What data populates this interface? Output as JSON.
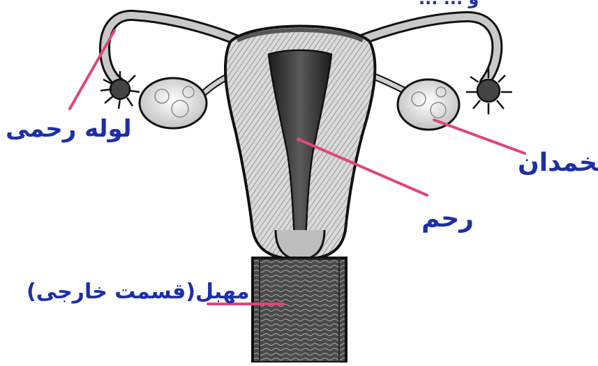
{
  "labels": {
    "fallopian_tube": "لوله رحمی",
    "ovary": "تخمدان",
    "uterus": "رحم",
    "vagina": "مهبل(قسمت خارجی)",
    "top_partial": "و ... ..."
  },
  "colors": {
    "label_text": "#1c2fa8",
    "pointer_line": "#e0457b",
    "tissue_light": "#cfcfcf",
    "tissue_dark": "#3a3a3a",
    "outline": "#111111"
  }
}
